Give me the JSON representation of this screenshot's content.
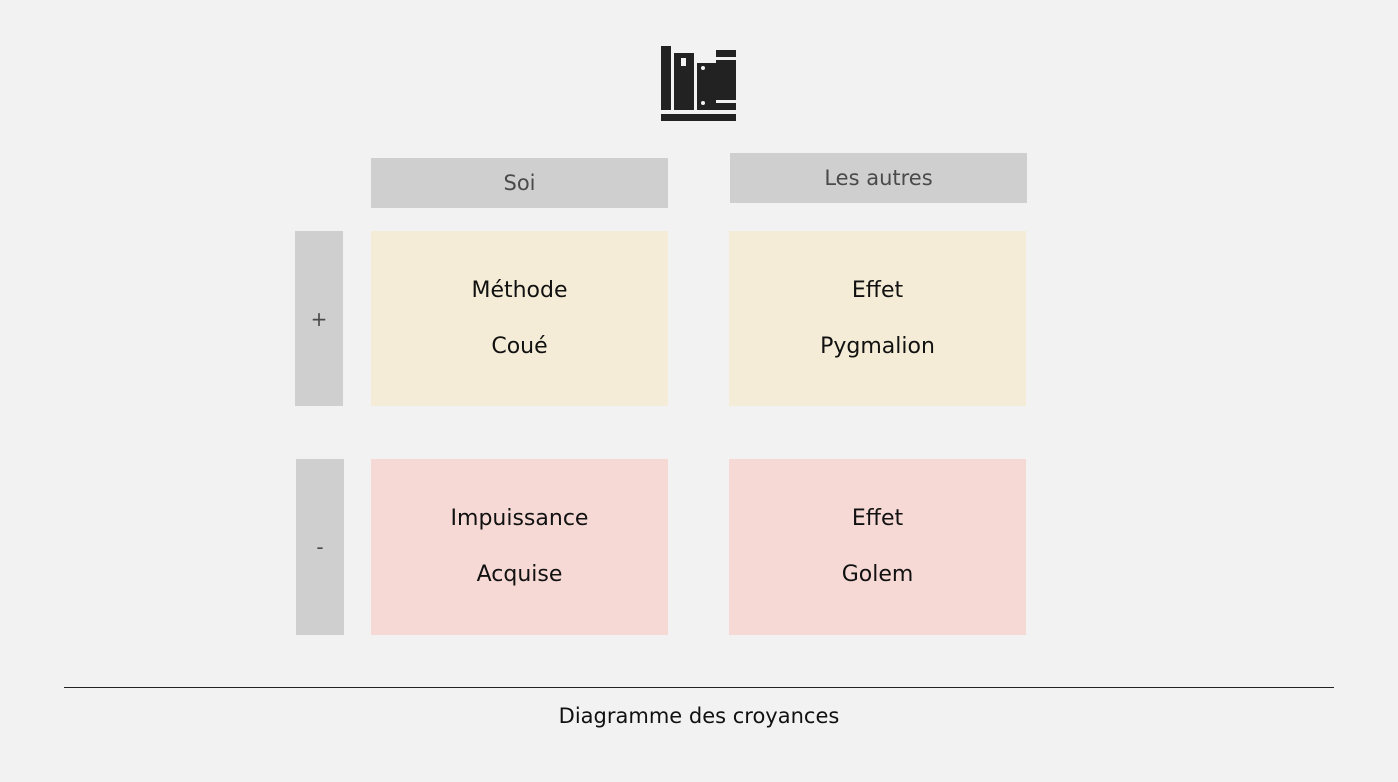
{
  "colors": {
    "background": "#f2f2f2",
    "header_fill": "#d0cfd0",
    "positive_fill": "#f4ecd6",
    "negative_fill": "#f6d9d5",
    "icon": "#222222"
  },
  "icon": "library-books-icon",
  "columns": {
    "self": "Soi",
    "others": "Les autres"
  },
  "rows": {
    "positive": "+",
    "negative": "-"
  },
  "cells": {
    "self_positive": {
      "line1": "Méthode",
      "line2": "Coué"
    },
    "others_positive": {
      "line1": "Effet",
      "line2": "Pygmalion"
    },
    "self_negative": {
      "line1": "Impuissance",
      "line2": "Acquise"
    },
    "others_negative": {
      "line1": "Effet",
      "line2": "Golem"
    }
  },
  "caption": "Diagramme des croyances"
}
